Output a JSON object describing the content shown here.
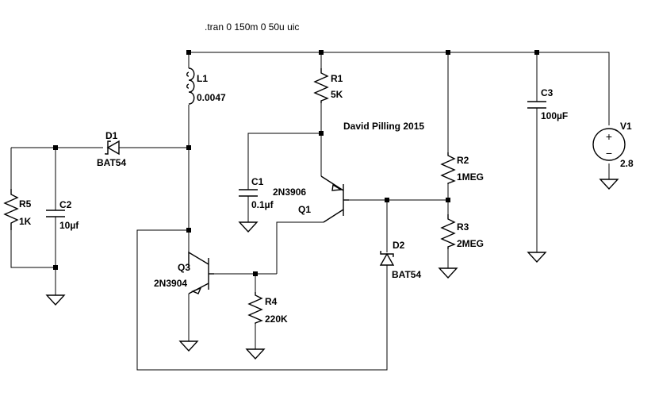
{
  "directive": ".tran 0 150m 0 50u uic",
  "author": "David Pilling 2015",
  "components": {
    "L1": {
      "name": "L1",
      "value": "0.0047"
    },
    "R1": {
      "name": "R1",
      "value": "5K"
    },
    "C1": {
      "name": "C1",
      "value": "0.1µf"
    },
    "Q1": {
      "name": "Q1",
      "value": "2N3906"
    },
    "R2": {
      "name": "R2",
      "value": "1MEG"
    },
    "R3": {
      "name": "R3",
      "value": "2MEG"
    },
    "C3": {
      "name": "C3",
      "value": "100µF"
    },
    "V1": {
      "name": "V1",
      "value": "2.8"
    },
    "D1": {
      "name": "D1",
      "value": "BAT54"
    },
    "R5": {
      "name": "R5",
      "value": "1K"
    },
    "C2": {
      "name": "C2",
      "value": "10µf"
    },
    "Q3": {
      "name": "Q3",
      "value": "2N3904"
    },
    "R4": {
      "name": "R4",
      "value": "220K"
    },
    "D2": {
      "name": "D2",
      "value": "BAT54"
    }
  },
  "symbols": {
    "plus": "+",
    "minus": "−"
  }
}
